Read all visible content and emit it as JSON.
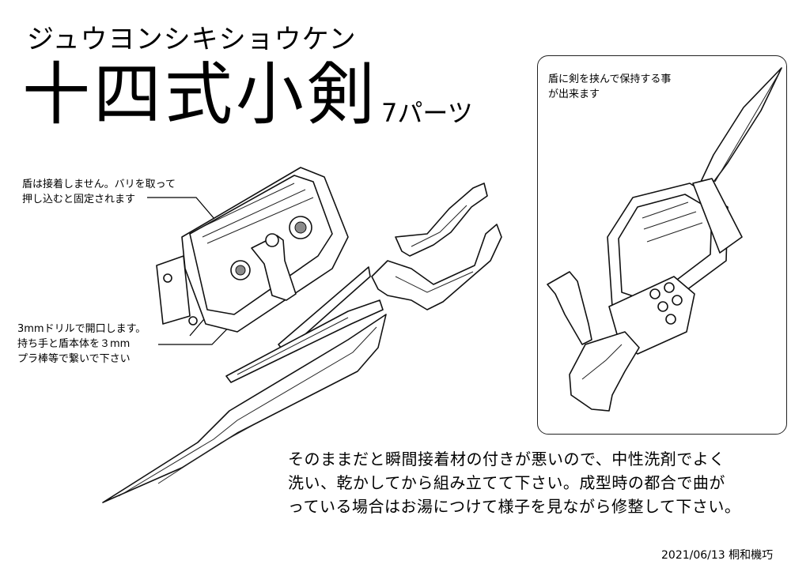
{
  "heading": {
    "furigana": "ジュウヨンシキショウケン",
    "title": "十四式小剣",
    "parts": "7パーツ"
  },
  "notes": {
    "shield": [
      "盾は接着しません。バリを取って",
      "押し込むと固定されます"
    ],
    "drill": [
      "3mmドリルで開口します。",
      "持ち手と盾本体を３mm",
      "プラ棒等で繋いで下さい"
    ],
    "panel": [
      "盾に剣を挟んで保持する事",
      "が出来ます"
    ]
  },
  "instructions": [
    "そのままだと瞬間接着材の付きが悪いので、中性洗剤でよく",
    "洗い、乾かしてから組み立てて下さい。成型時の都合で曲が",
    "っている場合はお湯につけて様子を見ながら修整して下さい。"
  ],
  "footer": "2021/06/13 桐和機巧"
}
